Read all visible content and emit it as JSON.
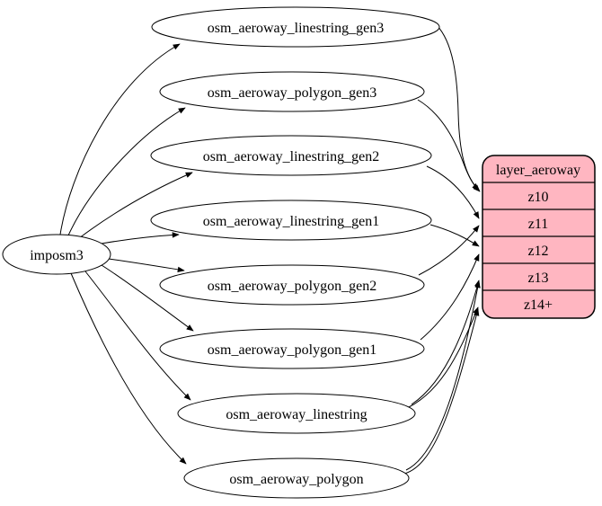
{
  "diagram": {
    "background": "#ffffff",
    "edge_color": "#000000",
    "nodes": {
      "source": {
        "label": "imposm3"
      },
      "tables": [
        {
          "label": "osm_aeroway_linestring_gen3"
        },
        {
          "label": "osm_aeroway_polygon_gen3"
        },
        {
          "label": "osm_aeroway_linestring_gen2"
        },
        {
          "label": "osm_aeroway_linestring_gen1"
        },
        {
          "label": "osm_aeroway_polygon_gen2"
        },
        {
          "label": "osm_aeroway_polygon_gen1"
        },
        {
          "label": "osm_aeroway_linestring"
        },
        {
          "label": "osm_aeroway_polygon"
        }
      ],
      "layer": {
        "title": "layer_aeroway",
        "fill": "#ffb6c1",
        "stroke": "#000000",
        "rows": [
          {
            "label": "z10"
          },
          {
            "label": "z11"
          },
          {
            "label": "z12"
          },
          {
            "label": "z13"
          },
          {
            "label": "z14+"
          }
        ]
      }
    },
    "edges": [
      {
        "from": "imposm3",
        "to": "osm_aeroway_linestring_gen3"
      },
      {
        "from": "imposm3",
        "to": "osm_aeroway_polygon_gen3"
      },
      {
        "from": "imposm3",
        "to": "osm_aeroway_linestring_gen2"
      },
      {
        "from": "imposm3",
        "to": "osm_aeroway_linestring_gen1"
      },
      {
        "from": "imposm3",
        "to": "osm_aeroway_polygon_gen2"
      },
      {
        "from": "imposm3",
        "to": "osm_aeroway_polygon_gen1"
      },
      {
        "from": "imposm3",
        "to": "osm_aeroway_linestring"
      },
      {
        "from": "imposm3",
        "to": "osm_aeroway_polygon"
      },
      {
        "from": "osm_aeroway_linestring_gen3",
        "to": "layer_aeroway:z10"
      },
      {
        "from": "osm_aeroway_polygon_gen3",
        "to": "layer_aeroway:z10"
      },
      {
        "from": "osm_aeroway_linestring_gen2",
        "to": "layer_aeroway:z11"
      },
      {
        "from": "osm_aeroway_polygon_gen2",
        "to": "layer_aeroway:z11"
      },
      {
        "from": "osm_aeroway_linestring_gen1",
        "to": "layer_aeroway:z12"
      },
      {
        "from": "osm_aeroway_polygon_gen1",
        "to": "layer_aeroway:z12"
      },
      {
        "from": "osm_aeroway_linestring",
        "to": "layer_aeroway:z13"
      },
      {
        "from": "osm_aeroway_linestring",
        "to": "layer_aeroway:z14+"
      },
      {
        "from": "osm_aeroway_polygon",
        "to": "layer_aeroway:z13"
      },
      {
        "from": "osm_aeroway_polygon",
        "to": "layer_aeroway:z14+"
      }
    ]
  }
}
